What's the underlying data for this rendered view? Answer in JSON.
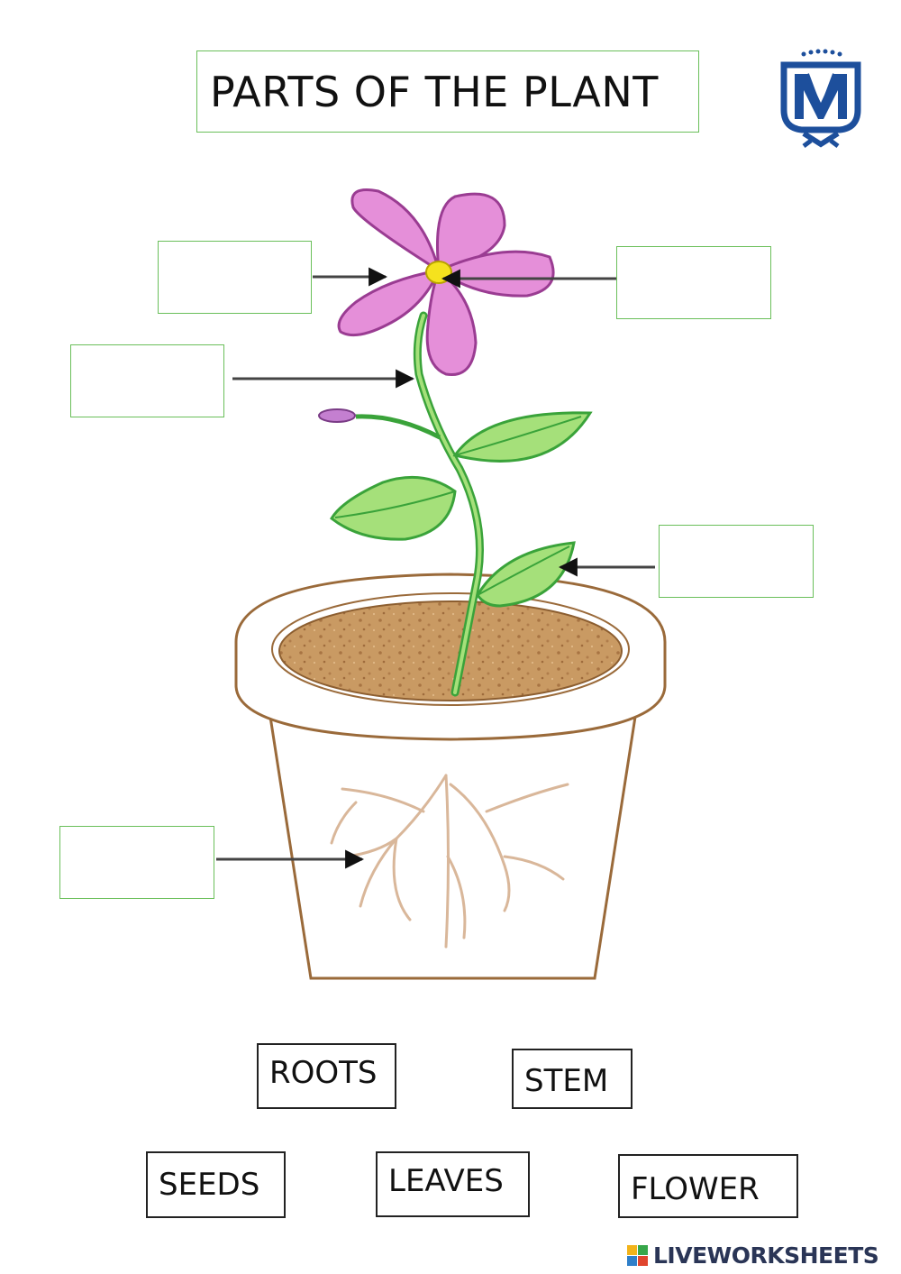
{
  "title": "PARTS OF THE PLANT",
  "colors": {
    "petal": "#e58fd9",
    "petal_outline": "#9a3c92",
    "center": "#f5e21e",
    "leaf": "#a5e07a",
    "leaf_outline": "#3aa33a",
    "soil": "#c99a63",
    "pot_outline": "#9a6a3a",
    "root": "#d9b79a",
    "box_border": "#6abf5a",
    "logo_blue": "#1d4f9c"
  },
  "word_bank": [
    "ROOTS",
    "STEM",
    "SEEDS",
    "LEAVES",
    "FLOWER"
  ],
  "footer": {
    "brand": "LIVEWORKSHEETS"
  },
  "icons": {
    "logo": "school-crest-icon",
    "footer_badge": "liveworksheets-logo-icon"
  }
}
